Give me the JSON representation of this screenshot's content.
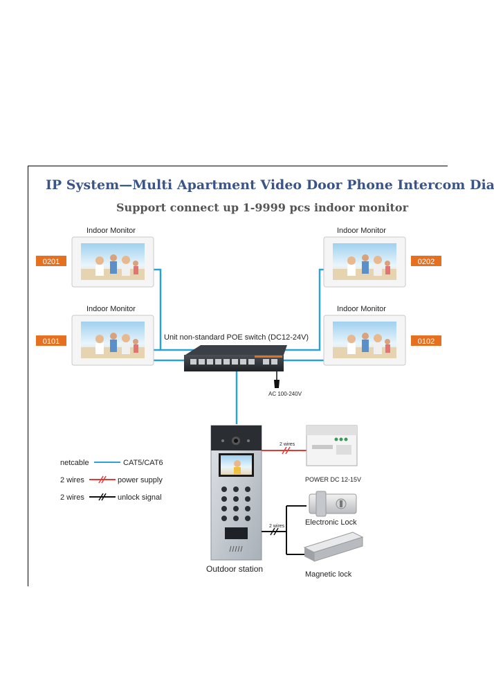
{
  "title": "IP System—Multi Apartment Video Door Phone Intercom Diagram",
  "subtitle": "Support connect up 1-9999 pcs indoor monitor",
  "monitors": [
    {
      "label": "Indoor Monitor",
      "id": "0201"
    },
    {
      "label": "Indoor Monitor",
      "id": "0101"
    },
    {
      "label": "Indoor Monitor",
      "id": "0202"
    },
    {
      "label": "Indoor Monitor",
      "id": "0102"
    }
  ],
  "switch_label": "Unit non-standard POE switch (DC12-24V)",
  "ac_label": "AC 100-240V",
  "power_label": "POWER DC 12-15V",
  "wires_power": "2 wires",
  "wires_lock": "2 wires",
  "electronic_lock": "Electronic Lock",
  "magnetic_lock": "Magnetic lock",
  "outdoor_station": "Outdoor station",
  "legend": [
    {
      "left": "netcable",
      "right": "CAT5/CAT6"
    },
    {
      "left": "2 wires",
      "right": "power supply"
    },
    {
      "left": "2 wires",
      "right": "unlock signal"
    }
  ],
  "colors": {
    "netcable": "#29a3d6",
    "power": "#e53935",
    "unlock": "#111111",
    "tag": "#e5701f",
    "title": "#3b5487"
  }
}
